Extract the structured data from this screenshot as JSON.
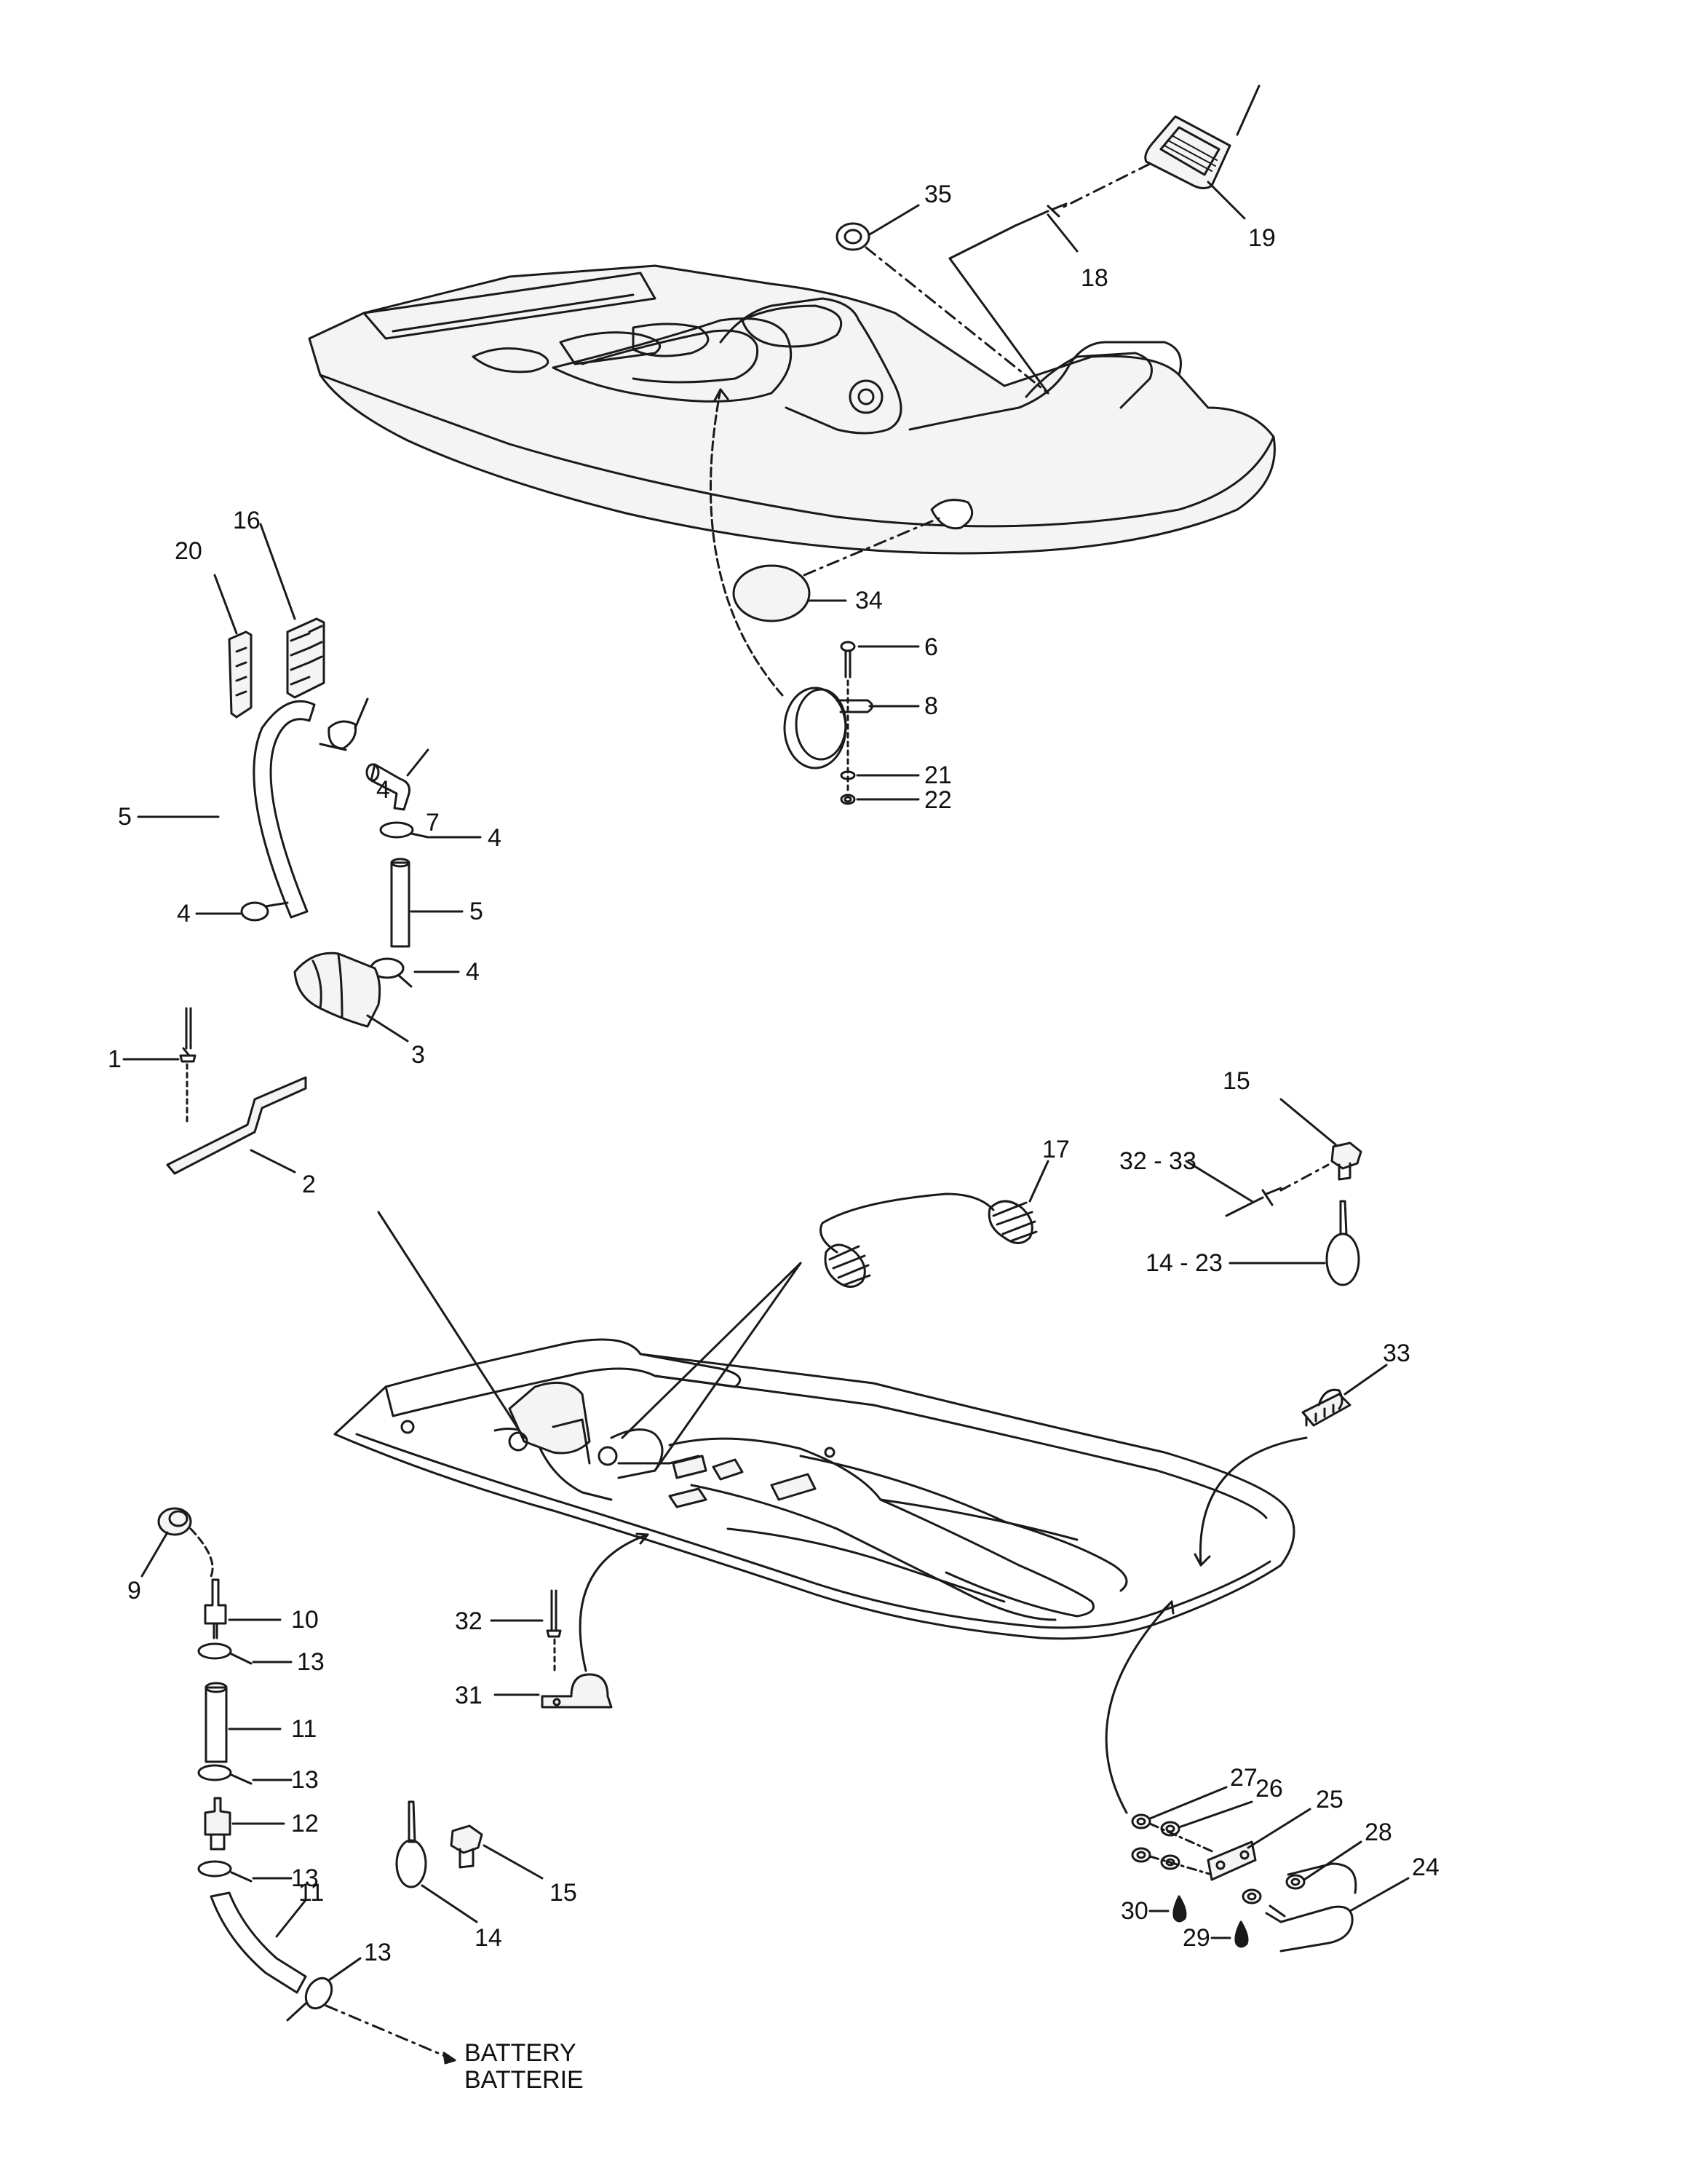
{
  "colors": {
    "ink": "#1a1a1a",
    "paper": "#ffffff",
    "fill": "#f4f4f4"
  },
  "labels": {
    "l1": "1",
    "l2": "2",
    "l3": "3",
    "l4a": "4",
    "l4b": "4",
    "l4c": "4",
    "l4d": "4",
    "l5a": "5",
    "l5b": "5",
    "l6": "6",
    "l7": "7",
    "l8": "8",
    "l9": "9",
    "l10": "10",
    "l11a": "11",
    "l11b": "11",
    "l12": "12",
    "l13a": "13",
    "l13b": "13",
    "l13c": "13",
    "l13d": "13",
    "l14": "14",
    "l14_23": "14 - 23",
    "l15a": "15",
    "l15b": "15",
    "l16": "16",
    "l17": "17",
    "l18": "18",
    "l19": "19",
    "l20": "20",
    "l21": "21",
    "l22": "22",
    "l24": "24",
    "l25": "25",
    "l26": "26",
    "l27": "27",
    "l28": "28",
    "l29": "29",
    "l30": "30",
    "l31": "31",
    "l32": "32",
    "l32_33": "32 - 33",
    "l33": "33",
    "l34": "34",
    "l35": "35"
  },
  "battery": {
    "line1": "BATTERY",
    "line2": "BATTERIE"
  }
}
